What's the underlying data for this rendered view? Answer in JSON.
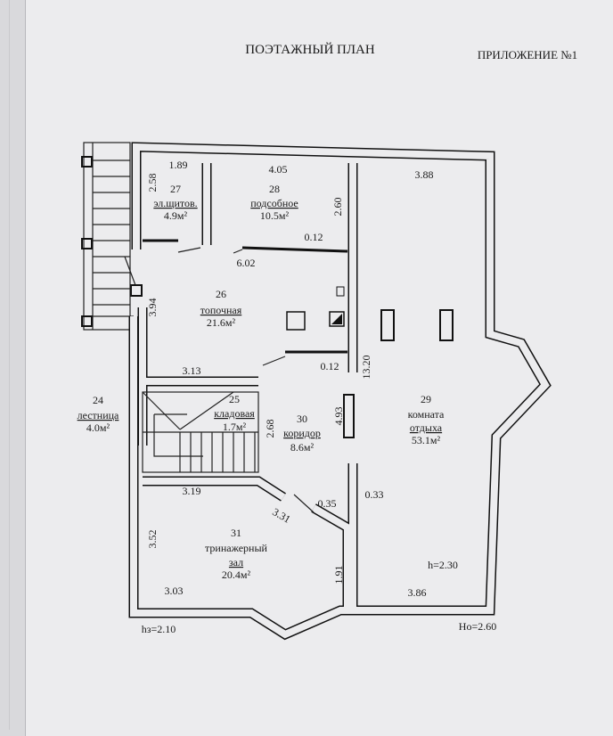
{
  "header": {
    "title": "ПОЭТАЖНЫЙ ПЛАН",
    "appendix": "ПРИЛОЖЕНИЕ №1"
  },
  "rooms": [
    {
      "number": "24",
      "name": "лестница",
      "area": "4.0м²"
    },
    {
      "number": "25",
      "name": "кладовая",
      "area": "1.7м²"
    },
    {
      "number": "26",
      "name": "топочная",
      "area": "21.6м²"
    },
    {
      "number": "27",
      "name": "эл.щитов.",
      "area": "4.9м²"
    },
    {
      "number": "28",
      "name": "подсобное",
      "area": "10.5м²"
    },
    {
      "number": "29",
      "name": "комната",
      "name2": "отдыха",
      "area": "53.1м²"
    },
    {
      "number": "30",
      "name": "коридор",
      "area": "8.6м²"
    },
    {
      "number": "31",
      "name": "тринажерный",
      "name2": "зал",
      "area": "20.4м²"
    }
  ],
  "dimensions": [
    "1.89",
    "2.58",
    "4.05",
    "2.60",
    "0.12",
    "6.02",
    "3.94",
    "3.88",
    "0.12",
    "13.20",
    "3.13",
    "2.68",
    "4.93",
    "3.19",
    "3.31",
    "0.35",
    "0.33",
    "3.52",
    "1.91",
    "3.03",
    "3.86"
  ],
  "heights": {
    "room29": "h=2.30",
    "left": "hз=2.10",
    "right": "Ho=2.60"
  }
}
